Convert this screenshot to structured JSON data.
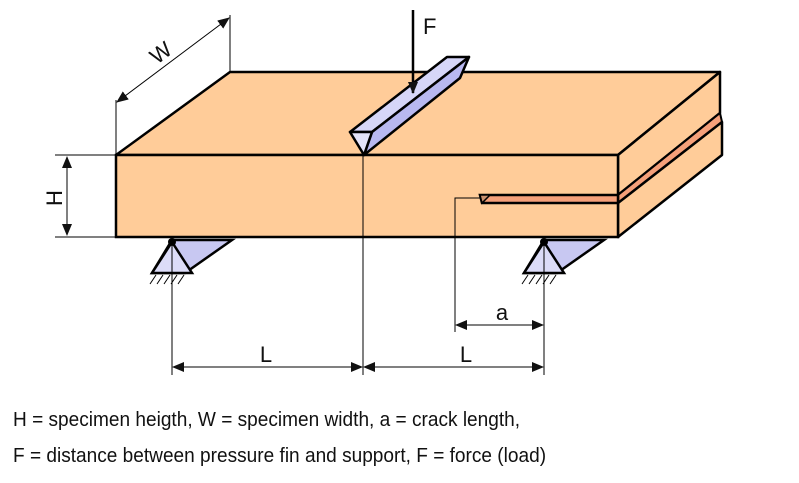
{
  "diagram": {
    "title": "Three-point bending test of a pre-cracked specimen",
    "labels": {
      "width": "W",
      "height": "H",
      "force": "F",
      "span_left": "L",
      "span_right": "L",
      "crack": "a"
    },
    "colors": {
      "specimen_fill": "#FFCC99",
      "crack_fill": "#F5A07A",
      "fin_fill": "#CCCCF5",
      "support_fill": "#C8C8F2",
      "outline": "#000000"
    }
  },
  "legend": {
    "line1": "H = specimen heigth,  W = specimen width,  a = crack length,",
    "line2": "F = distance between pressure fin and support,  F = force (load)"
  }
}
